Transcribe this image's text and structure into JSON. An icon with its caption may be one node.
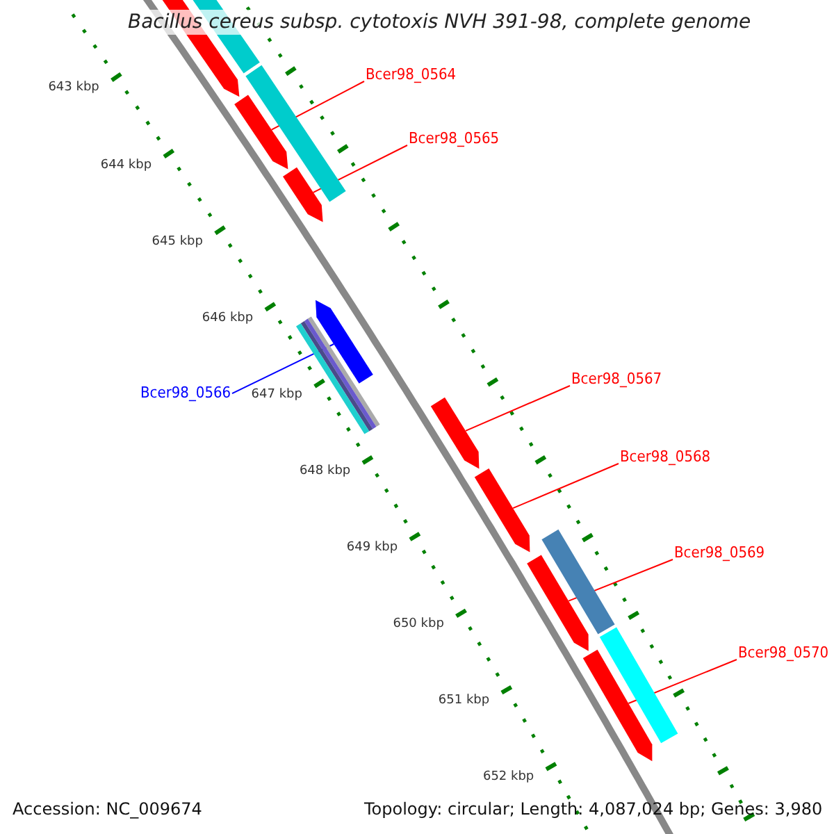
{
  "diagram": {
    "title": "Bacillus cereus subsp. cytotoxis NVH 391-98, complete genome",
    "nodes": [
      {
        "text": [
          "Bcer98_0564"
        ]
      },
      {
        "text": [
          "Bcer98_0565"
        ]
      },
      {
        "text": [
          "Bcer98_0566"
        ]
      },
      {
        "text": [
          "Bcer98_0567"
        ]
      },
      {
        "text": [
          "Bcer98_0568"
        ]
      },
      {
        "text": [
          "Bcer98_0569"
        ]
      },
      {
        "text": [
          "Bcer98_0570"
        ]
      },
      {
        "text": [],
        "shape": "bar"
      },
      {
        "text": [],
        "shape": "bar"
      },
      {
        "text": [],
        "shape": "bar"
      },
      {
        "text": [],
        "shape": "bar"
      },
      {
        "text": [],
        "shape": "bar"
      },
      {
        "text": [],
        "shape": "bar"
      },
      {
        "text": [],
        "shape": "bar"
      }
    ],
    "edges": [
      {
        "from": 0,
        "to": 7,
        "arrow": "none"
      },
      {
        "from": 1,
        "to": 8,
        "arrow": "none"
      },
      {
        "from": 2,
        "to": 9,
        "arrow": "none",
        "color": "#0000ff"
      },
      {
        "from": 3,
        "to": 10,
        "arrow": "none"
      },
      {
        "from": 4,
        "to": 11,
        "arrow": "none"
      },
      {
        "from": 5,
        "to": 12,
        "arrow": "none"
      },
      {
        "from": 6,
        "to": 13,
        "arrow": "none"
      }
    ],
    "labels": [
      "643 kbp",
      "644 kbp",
      "645 kbp",
      "646 kbp",
      "647 kbp",
      "648 kbp",
      "649 kbp",
      "650 kbp",
      "651 kbp",
      "652 kbp",
      "Accession: NC_009674",
      "Topology: circular; Length: 4,087,024 bp; Genes: 3,980"
    ]
  }
}
